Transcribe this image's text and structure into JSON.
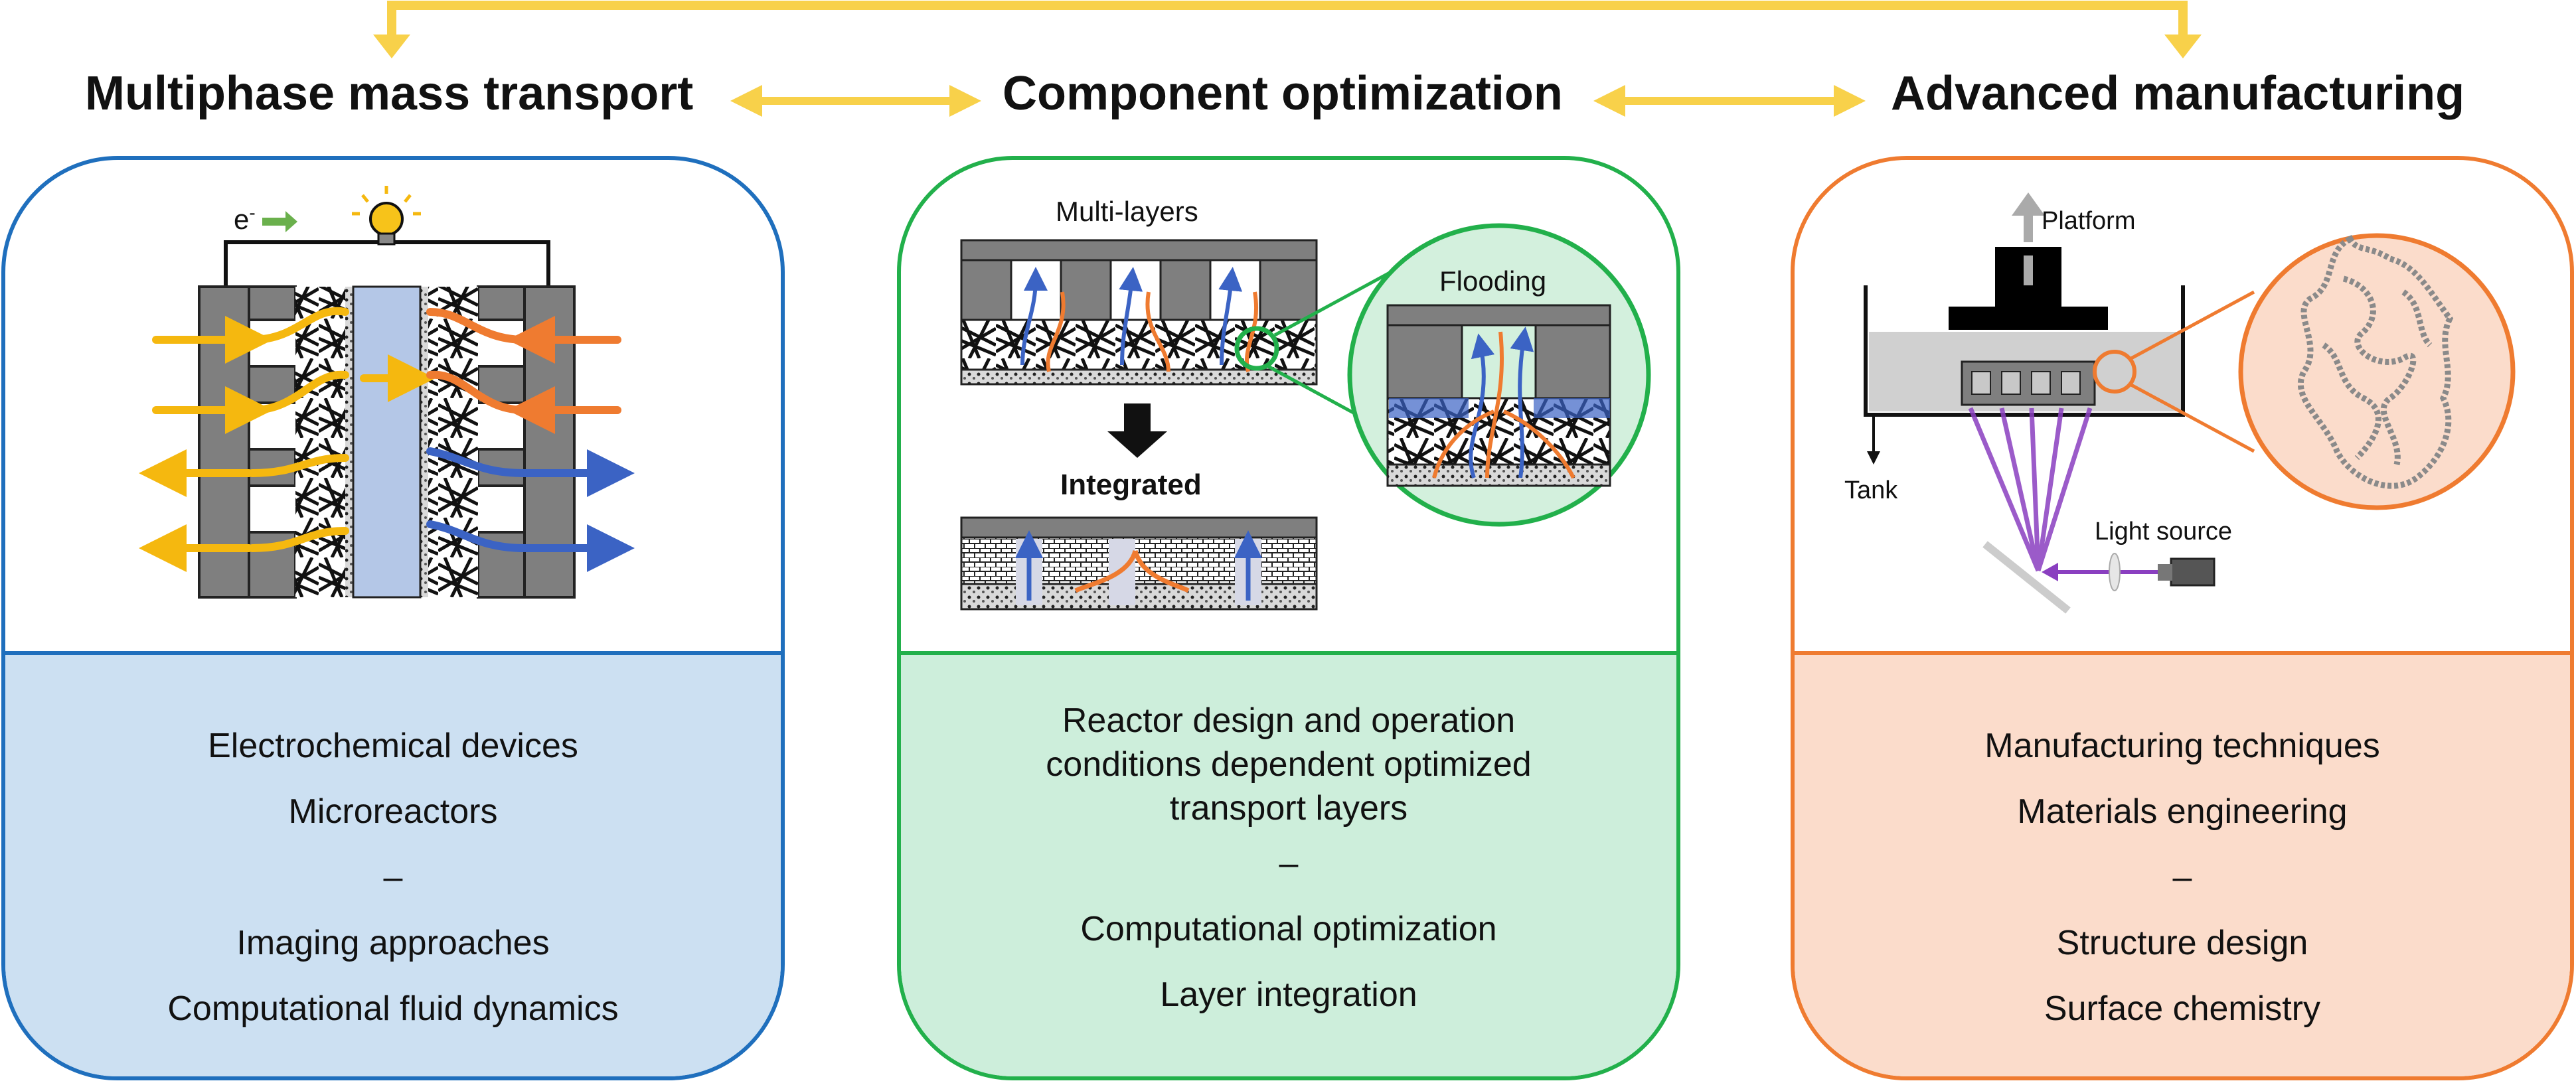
{
  "headings": [
    "Multiphase mass transport",
    "Component optimization",
    "Advanced manufacturing"
  ],
  "panel1": {
    "electron_label": "e",
    "electron_superscript": "-",
    "items": [
      "Electrochemical devices",
      "Microreactors",
      "–",
      "Imaging approaches",
      "Computational fluid dynamics"
    ]
  },
  "panel2": {
    "multilayers_label": "Multi-layers",
    "flooding_label": "Flooding",
    "integrated_label": "Integrated",
    "reactor_lines": [
      "Reactor design and operation",
      "conditions dependent optimized",
      "transport layers"
    ],
    "items": [
      "–",
      "Computational optimization",
      "Layer integration"
    ]
  },
  "panel3": {
    "platform_label": "Platform",
    "tank_label": "Tank",
    "light_source_label": "Light source",
    "items": [
      "Manufacturing techniques",
      "Materials engineering",
      "–",
      "Structure design",
      "Surface chemistry"
    ]
  },
  "colors": {
    "yellow_arrow": "#f8d14a",
    "blue": "#1f6fbd",
    "green": "#22b04b",
    "orange": "#ef7b30",
    "purple": "#8a3fc0"
  }
}
